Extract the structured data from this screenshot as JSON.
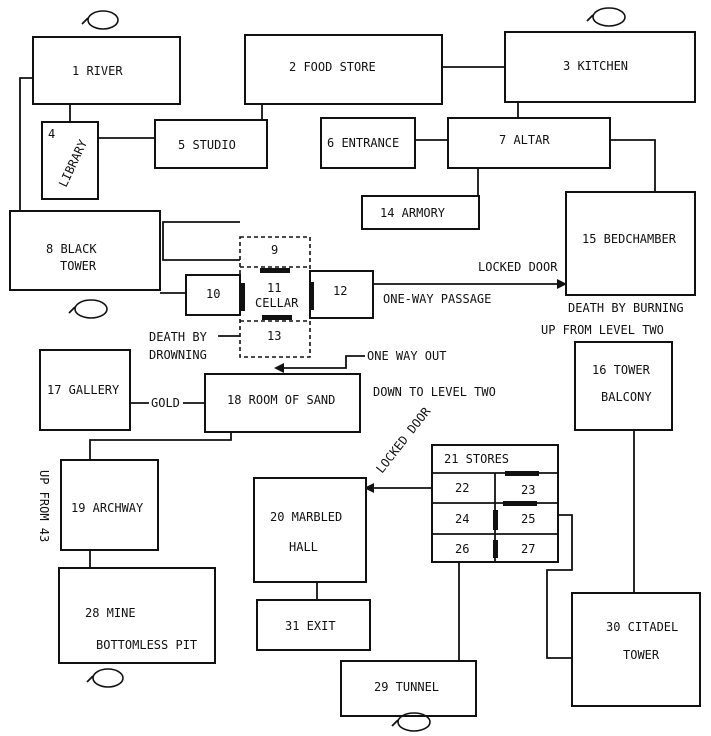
{
  "rooms": {
    "r1": "1 RIVER",
    "r2": "2 FOOD STORE",
    "r3": "3 KITCHEN",
    "r4_num": "4",
    "r4_name": "LIBRARY",
    "r5": "5 STUDIO",
    "r6": "6 ENTRANCE",
    "r7": "7 ALTAR",
    "r8_line1": "8 BLACK",
    "r8_line2": "TOWER",
    "r9": "9",
    "r10": "10",
    "r11_num": "11",
    "r11_name": "CELLAR",
    "r12": "12",
    "r13": "13",
    "r14": "14 ARMORY",
    "r15": "15 BEDCHAMBER",
    "r16_line1": "16 TOWER",
    "r16_line2": "BALCONY",
    "r17": "17 GALLERY",
    "r18": "18 ROOM OF SAND",
    "r19": "19 ARCHWAY",
    "r20_line1": "20 MARBLED",
    "r20_line2": "HALL",
    "r21": "21 STORES",
    "r22": "22",
    "r23": "23",
    "r24": "24",
    "r25": "25",
    "r26": "26",
    "r27": "27",
    "r28": "28 MINE",
    "r29": "29 TUNNEL",
    "r30_line1": "30 CITADEL",
    "r30_line2": "TOWER",
    "r31": "31 EXIT"
  },
  "notes": {
    "locked_door_15": "LOCKED DOOR",
    "one_way_passage": "ONE-WAY PASSAGE",
    "death_by_burning": "DEATH BY BURNING",
    "up_from_level_two": "UP FROM LEVEL TWO",
    "death_by": "DEATH BY",
    "drowning": "DROWNING",
    "one_way_out": "ONE WAY OUT",
    "down_to_level_two": "DOWN TO LEVEL TWO",
    "gold": "GOLD",
    "locked_door_20": "LOCKED DOOR",
    "up_from_43": "UP FROM 43",
    "bottomless_pit": "BOTTOMLESS PIT"
  }
}
